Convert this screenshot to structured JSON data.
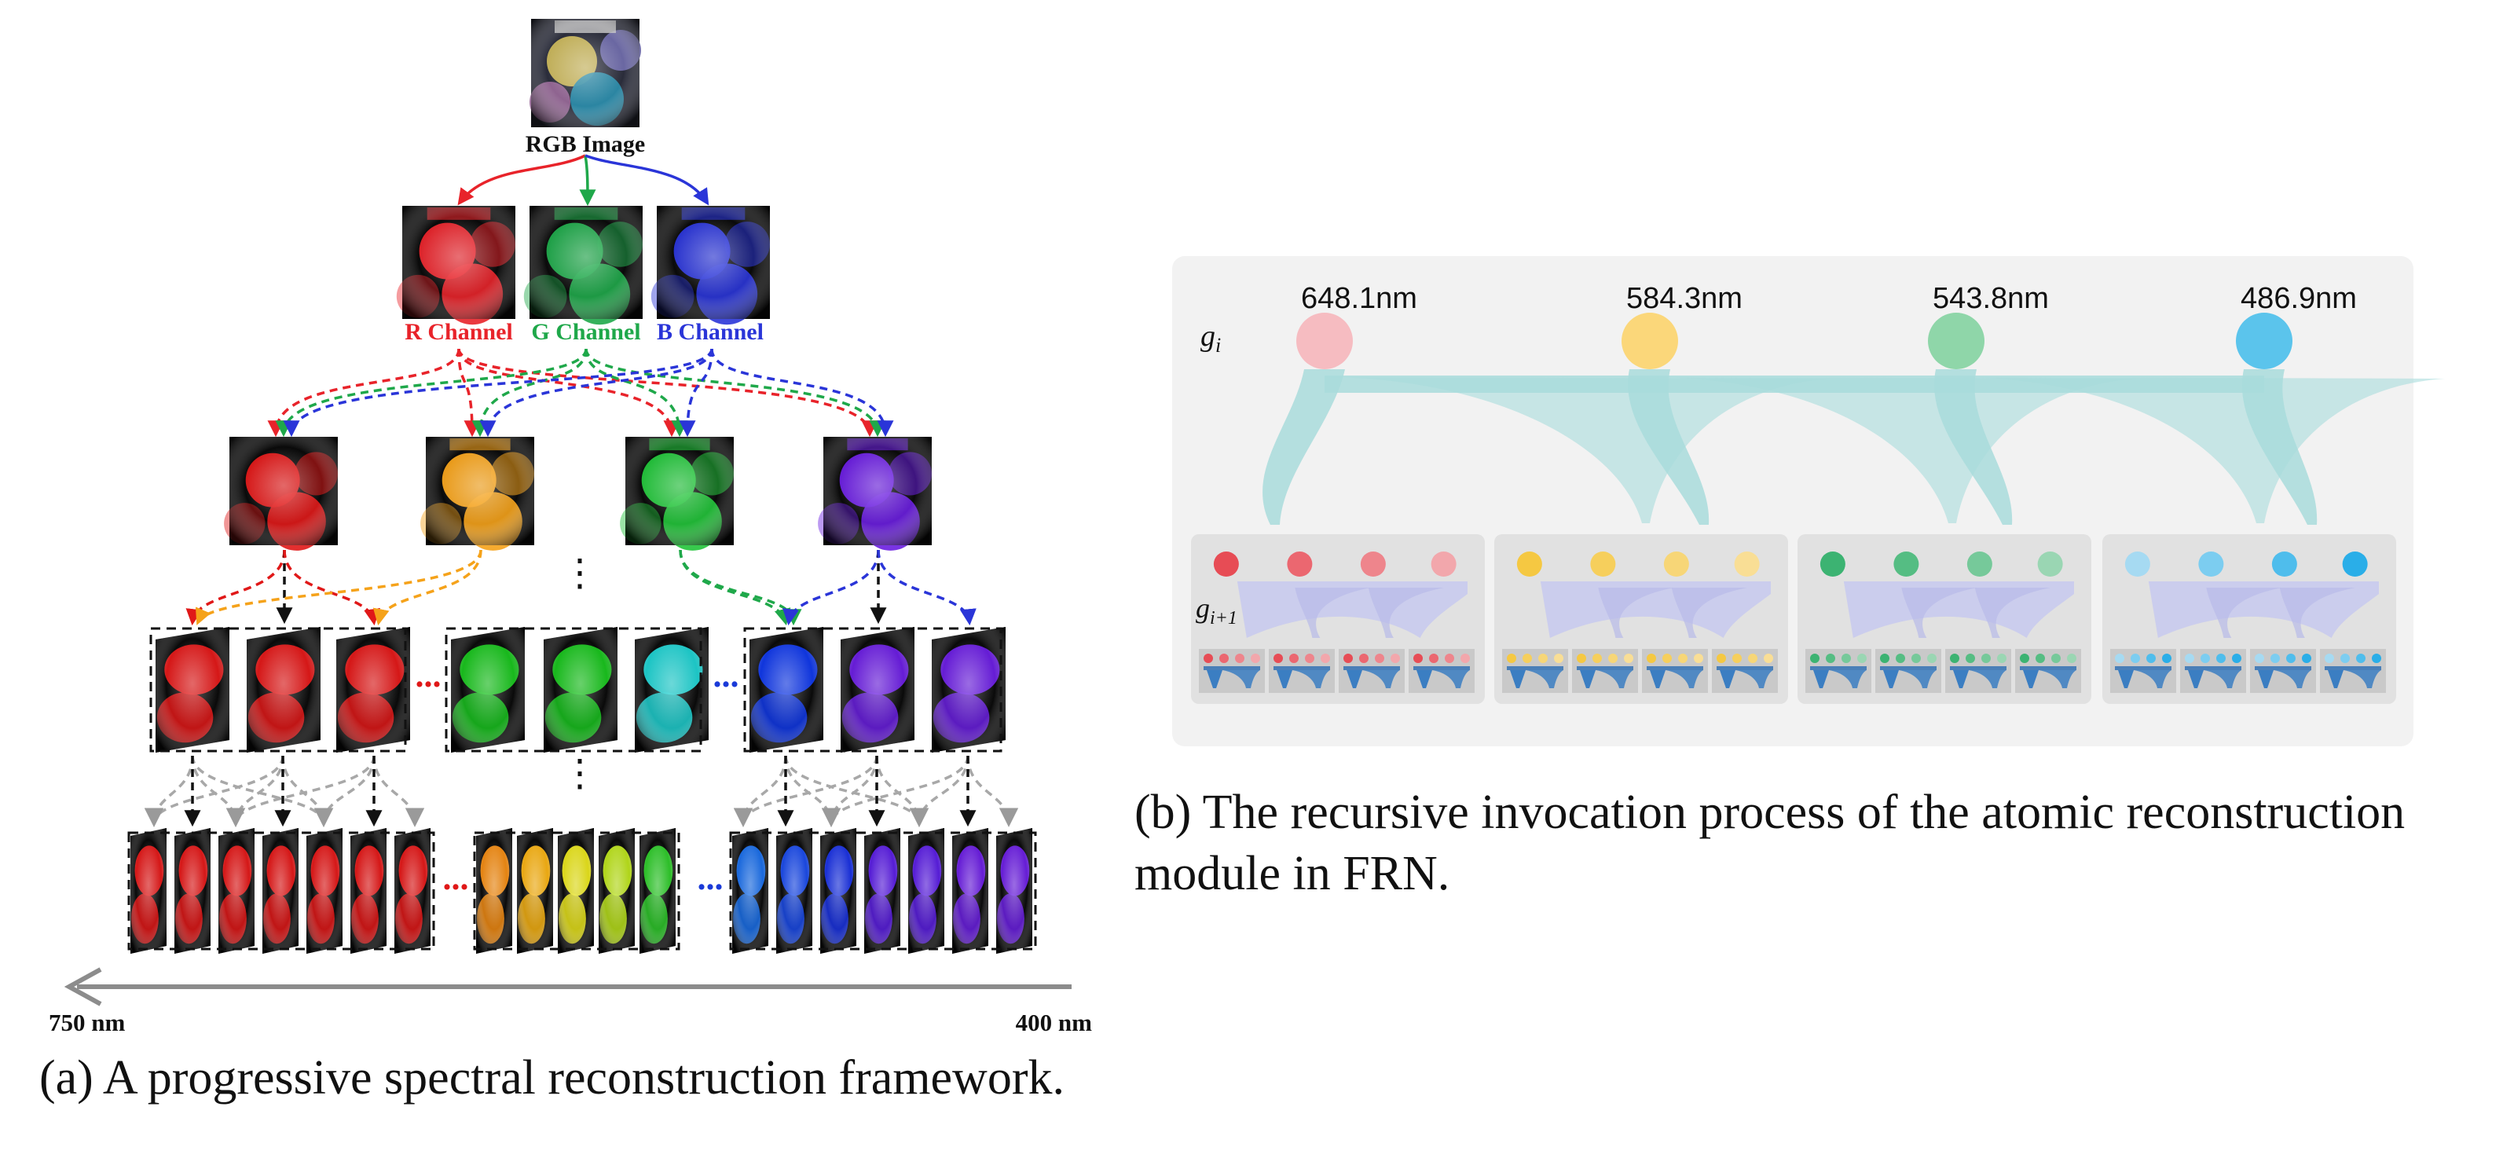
{
  "panel_a": {
    "top_label": "RGB Image",
    "channels": [
      {
        "label": "R Channel",
        "color": "#e8232a"
      },
      {
        "label": "G Channel",
        "color": "#1fa84a"
      },
      {
        "label": "B Channel",
        "color": "#2a35d8"
      }
    ],
    "level2_colors": [
      "#e01818",
      "#f5a21a",
      "#22c43a",
      "#6a1ee0"
    ],
    "level3_colors": [
      "#e01818",
      "#e01818",
      "#e01818",
      "#19c21e",
      "#19c21e",
      "#1ecfcf",
      "#1038e8",
      "#6a1ee0",
      "#6a1ee0"
    ],
    "level4_colors": [
      "#e01818",
      "#e01818",
      "#e01818",
      "#e01818",
      "#e01818",
      "#e01818",
      "#e01818",
      "#f08a12",
      "#f5b012",
      "#e6e21a",
      "#b9e01a",
      "#2ec82a",
      "#1a6ee8",
      "#1a4ae8",
      "#1a32e0",
      "#5a1ee0",
      "#5a1ee0",
      "#6a1ee0",
      "#6a1ee0"
    ],
    "ellipsis": "...",
    "vertical_ellipsis": "⋮",
    "axis_left": "750 nm",
    "axis_right": "400 nm",
    "caption": "(a) A progressive spectral reconstruction framework."
  },
  "panel_b": {
    "row1_symbol": "g",
    "row1_sub": "i",
    "row2_symbol": "g",
    "row2_sub": "i+1",
    "wavelengths": [
      "648.1nm",
      "584.3nm",
      "543.8nm",
      "486.9nm"
    ],
    "node_colors": [
      "#f6bcc1",
      "#fbd77a",
      "#8fd6a9",
      "#5bc4ec"
    ],
    "group_node_colors": [
      [
        "#e74c55",
        "#eb6770",
        "#ee858c",
        "#f2a7ac"
      ],
      [
        "#f5c842",
        "#f6cf5c",
        "#f7d677",
        "#f9de95"
      ],
      [
        "#3cb372",
        "#55bd83",
        "#76c99a",
        "#9ad6b3"
      ],
      [
        "#a6daf2",
        "#7ccdf0",
        "#4fbdec",
        "#2aaee8"
      ]
    ],
    "caption": "(b) The recursive invocation process of the atomic reconstruction module in FRN."
  }
}
